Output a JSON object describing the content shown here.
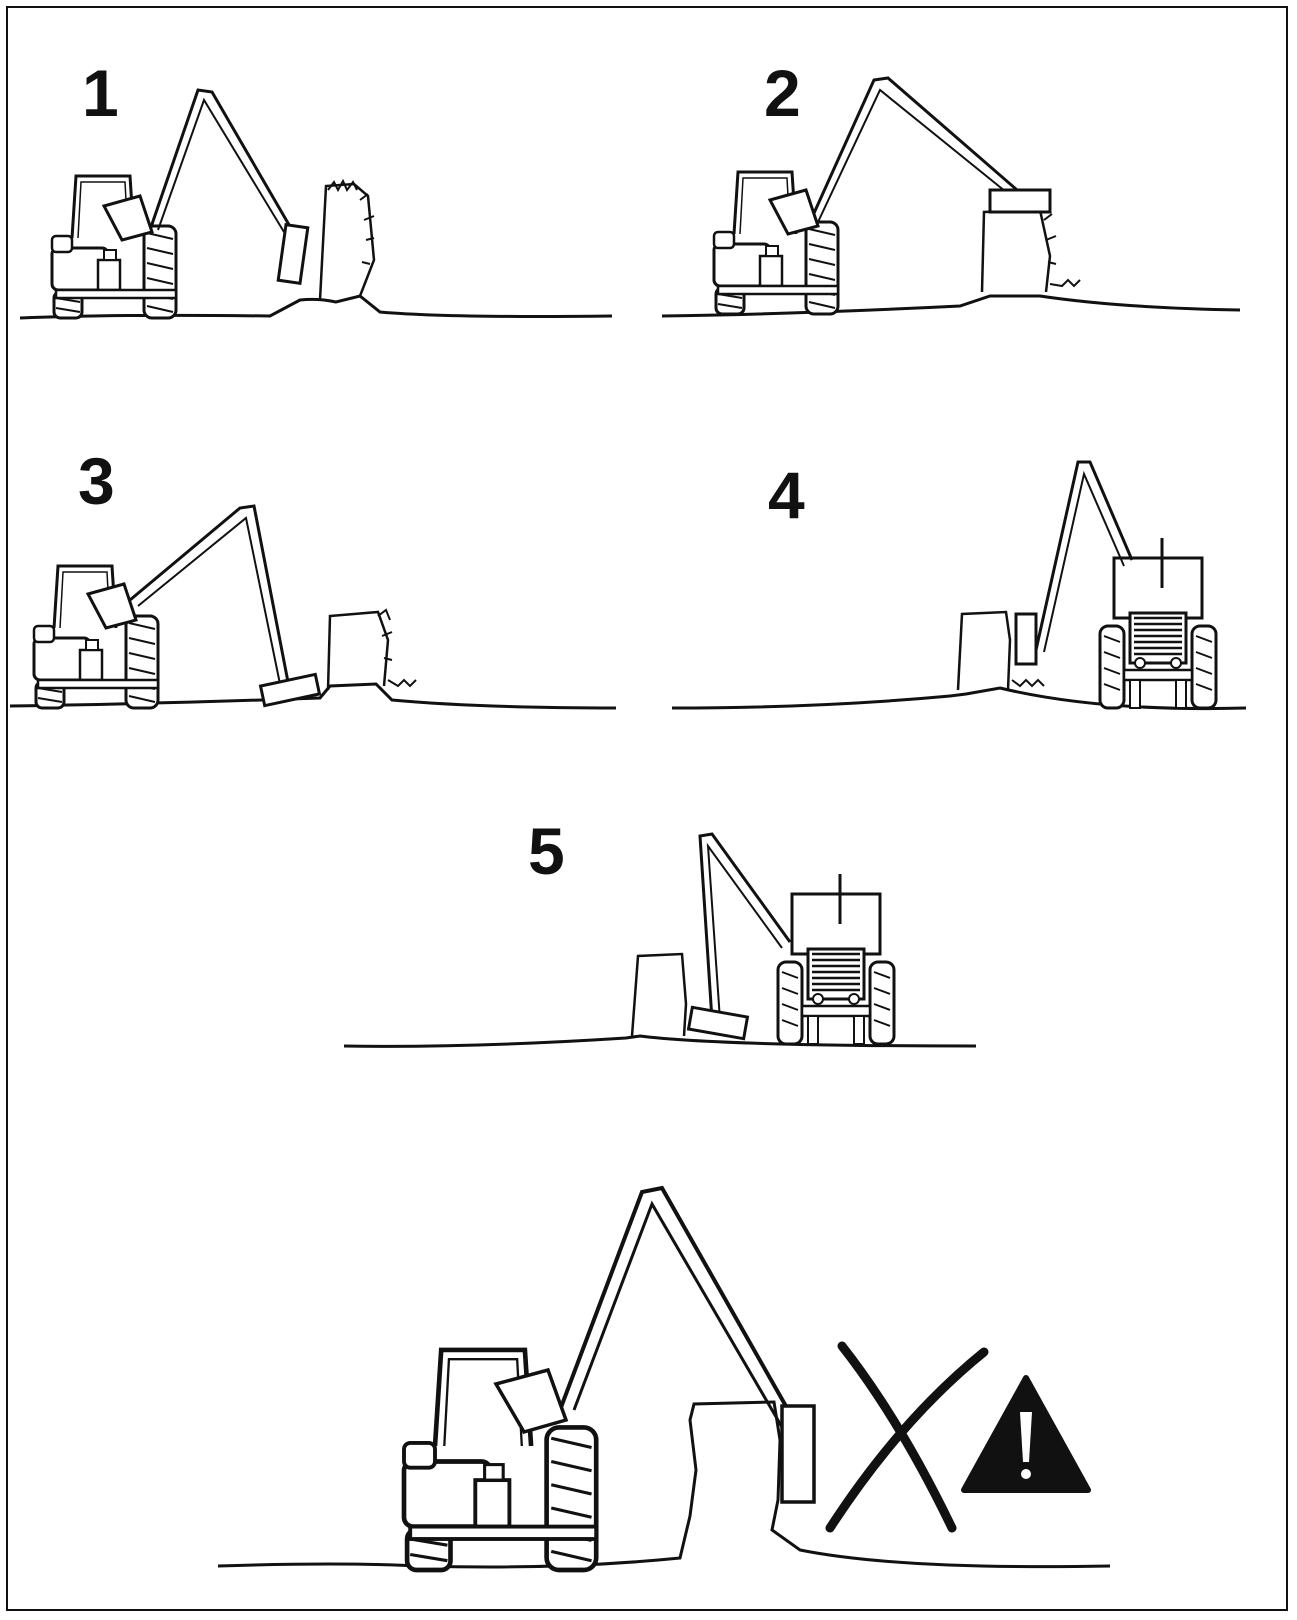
{
  "steps": [
    {
      "number": "1"
    },
    {
      "number": "2"
    },
    {
      "number": "3"
    },
    {
      "number": "4"
    },
    {
      "number": "5"
    }
  ],
  "warning": {
    "cross_icon": "cross-mark-icon",
    "hazard_icon": "warning-triangle-icon"
  },
  "colors": {
    "ink": "#111111",
    "background": "#ffffff"
  }
}
